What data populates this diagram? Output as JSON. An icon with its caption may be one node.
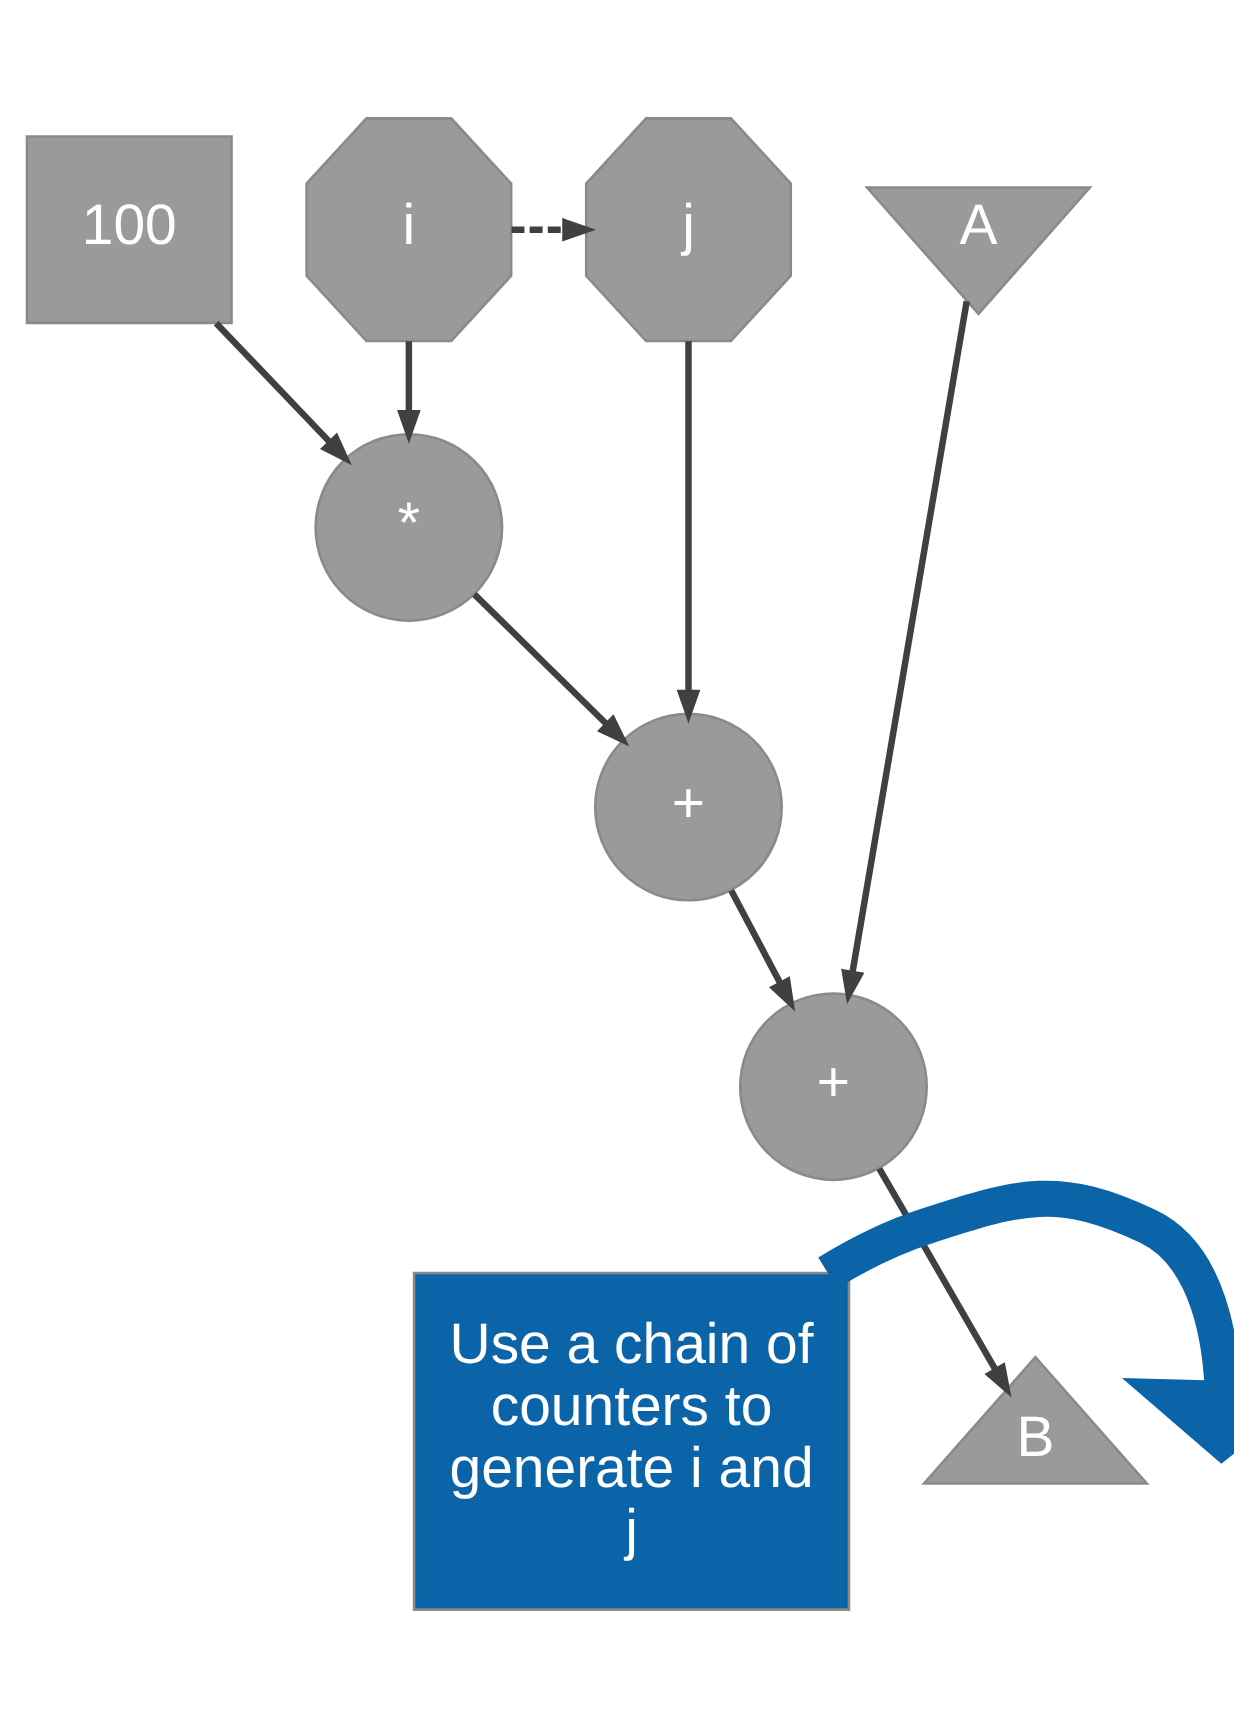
{
  "diagram": {
    "nodes": [
      {
        "text": [
          "100"
        ]
      },
      {
        "text": [
          "i"
        ]
      },
      {
        "text": [
          "j"
        ]
      },
      {
        "text": [
          "A"
        ]
      },
      {
        "text": [
          "*"
        ]
      },
      {
        "text": [
          "+"
        ]
      },
      {
        "text": [
          "+"
        ]
      },
      {
        "text": [
          "B"
        ]
      },
      {
        "text": [
          "Use a chain of counters to generate i and j"
        ]
      }
    ],
    "edges": [
      {
        "from": 1,
        "to": 2,
        "arrow": "to",
        "style": "dashed"
      },
      {
        "from": 0,
        "to": 4,
        "arrow": "to"
      },
      {
        "from": 1,
        "to": 4,
        "arrow": "to"
      },
      {
        "from": 2,
        "to": 5,
        "arrow": "to"
      },
      {
        "from": 3,
        "to": 6,
        "arrow": "to"
      },
      {
        "from": 4,
        "to": 5,
        "arrow": "to"
      },
      {
        "from": 5,
        "to": 6,
        "arrow": "to"
      },
      {
        "from": 6,
        "to": 7,
        "arrow": "to"
      },
      {
        "from": 8,
        "to": null,
        "arrow": "to",
        "style": "thick",
        "color": "#0b63a8"
      }
    ]
  }
}
